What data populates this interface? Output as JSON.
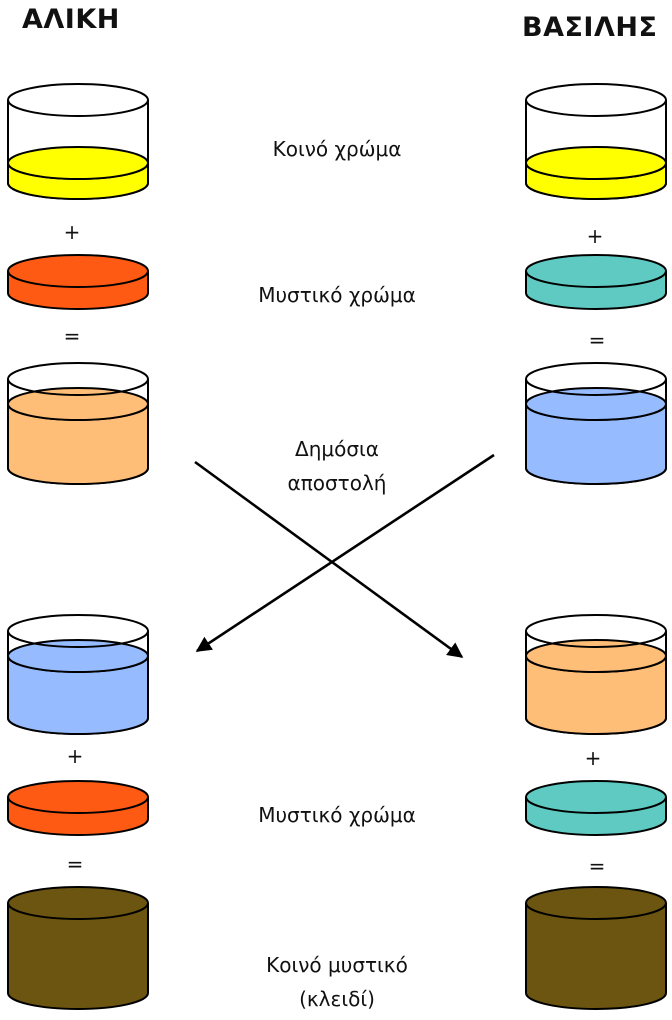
{
  "participants": {
    "left": "ΑΛΙΚΗ",
    "right": "ΒΑΣΙΛΗΣ"
  },
  "labels": {
    "common_color": "Κοινό χρώμα",
    "secret_color_1": "Μυστικό χρώμα",
    "public_send_line1": "Δημόσια",
    "public_send_line2": "αποστολή",
    "secret_color_2": "Μυστικό χρώμα",
    "shared_secret_line1": "Κοινό μυστικό",
    "shared_secret_line2": "(κλειδί)"
  },
  "operators": {
    "plus": "+",
    "equals": "="
  },
  "colors": {
    "common_yellow": "#ffff00",
    "alice_secret_orange": "#ff5a14",
    "bob_secret_teal": "#5fcac2",
    "alice_mix": "#ffbe78",
    "bob_mix": "#96bcff",
    "shared_key_olive": "#6b5510"
  }
}
